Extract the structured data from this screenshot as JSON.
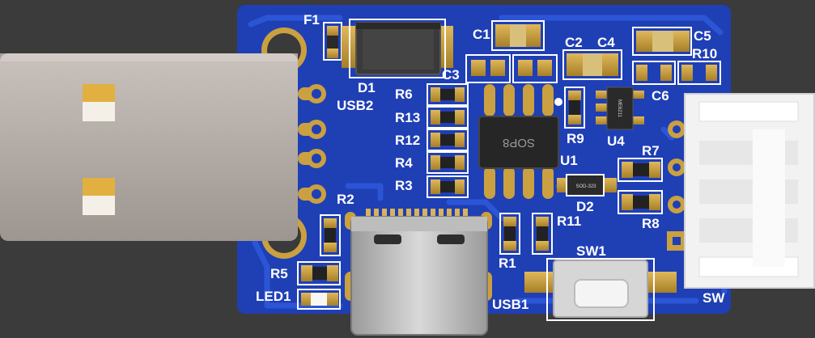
{
  "labels": {
    "F1": "F1",
    "D1": "D1",
    "C1": "C1",
    "C2": "C2",
    "C4": "C4",
    "C5": "C5",
    "R10": "R10",
    "C3": "C3",
    "USB2": "USB2",
    "R6": "R6",
    "R13": "R13",
    "R12": "R12",
    "R4": "R4",
    "R3": "R3",
    "R9": "R9",
    "U4": "U4",
    "C6": "C6",
    "U1": "U1",
    "R7": "R7",
    "D2": "D2",
    "R8": "R8",
    "R2": "R2",
    "R11": "R11",
    "SW1": "SW1",
    "R1": "R1",
    "R5": "R5",
    "LED1": "LED1",
    "USB1": "USB1",
    "SW2": "SW"
  },
  "chip_markings": {
    "U1": "SOP8",
    "D2": "SOD-323"
  },
  "colors": {
    "background": "#3b3b3b",
    "board": "#1f3fb5",
    "copper": "#2a56d8",
    "pad_gold": "#caa040",
    "silkscreen": "#ffffff",
    "usb_plug": "#b8b0aa",
    "connector_white": "#f2f2f2"
  }
}
